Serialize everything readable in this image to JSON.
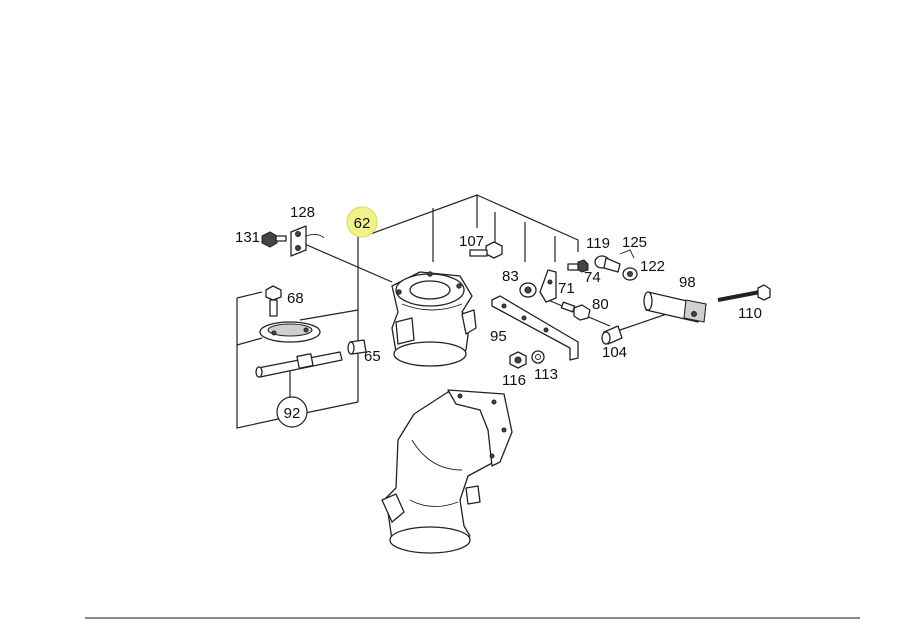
{
  "diagram": {
    "highlight_color": "#f2f28a",
    "labels": {
      "l62": "62",
      "l65": "65",
      "l68": "68",
      "l71": "71",
      "l74": "74",
      "l80": "80",
      "l83": "83",
      "l92": "92",
      "l95": "95",
      "l98": "98",
      "l104": "104",
      "l107": "107",
      "l110": "110",
      "l113": "113",
      "l116": "116",
      "l119": "119",
      "l122": "122",
      "l125": "125",
      "l128": "128",
      "l131": "131"
    }
  }
}
